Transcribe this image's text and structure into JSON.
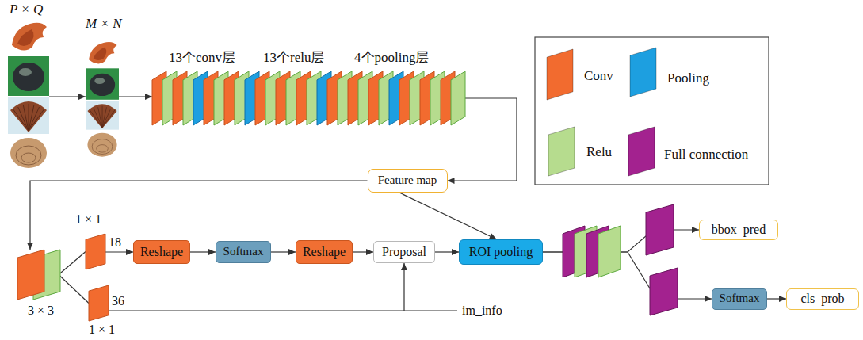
{
  "diagram": {
    "nodes": [
      {
        "text": [
          "P × Q"
        ]
      },
      {
        "text": [
          "M × N"
        ]
      },
      {
        "text": [
          "13个conv层",
          "13个relu层",
          "4个pooling层"
        ]
      },
      {
        "text": [
          "Feature map"
        ]
      },
      {
        "text": [
          "3 × 3"
        ]
      },
      {
        "text": [
          "1 × 1"
        ]
      },
      {
        "text": [
          "1 × 1"
        ]
      },
      {
        "text": [
          "Reshape"
        ]
      },
      {
        "text": [
          "Softmax"
        ]
      },
      {
        "text": [
          "Reshape"
        ]
      },
      {
        "text": [
          "Proposal"
        ]
      },
      {
        "text": [
          "ROI pooling"
        ]
      },
      {
        "text": [
          "bbox_pred"
        ]
      },
      {
        "text": [
          "Softmax"
        ]
      },
      {
        "text": [
          "cls_prob"
        ]
      }
    ],
    "edges": [
      {
        "from": 0,
        "to": 1,
        "arrow": "to"
      },
      {
        "from": 1,
        "to": 2,
        "arrow": "to"
      },
      {
        "from": 2,
        "to": 3,
        "arrow": "to"
      },
      {
        "from": 3,
        "to": 4,
        "arrow": "to"
      },
      {
        "from": 3,
        "to": 11,
        "arrow": "to"
      },
      {
        "from": 4,
        "to": 5,
        "arrow": "none"
      },
      {
        "from": 4,
        "to": 6,
        "arrow": "none"
      },
      {
        "from": 5,
        "to": 7,
        "label": "18",
        "arrow": "to"
      },
      {
        "from": 7,
        "to": 8,
        "arrow": "to"
      },
      {
        "from": 8,
        "to": 9,
        "arrow": "to"
      },
      {
        "from": 9,
        "to": 10,
        "arrow": "to"
      },
      {
        "from": 10,
        "to": 11,
        "arrow": "to"
      },
      {
        "from": 6,
        "to": 10,
        "label": "36",
        "arrow": "to"
      },
      {
        "from": 11,
        "to": 12,
        "arrow": "to"
      },
      {
        "from": 11,
        "to": 13,
        "arrow": "to"
      },
      {
        "from": 13,
        "to": 14,
        "arrow": "to"
      }
    ],
    "labels": [
      "im_info"
    ],
    "legend": [
      {
        "text": "Conv",
        "color": "#f26b2f"
      },
      {
        "text": "Pooling",
        "color": "#1d9fe0"
      },
      {
        "text": "Relu",
        "color": "#b6dc8e"
      },
      {
        "text": "Full connection",
        "color": "#a3228f"
      }
    ]
  }
}
